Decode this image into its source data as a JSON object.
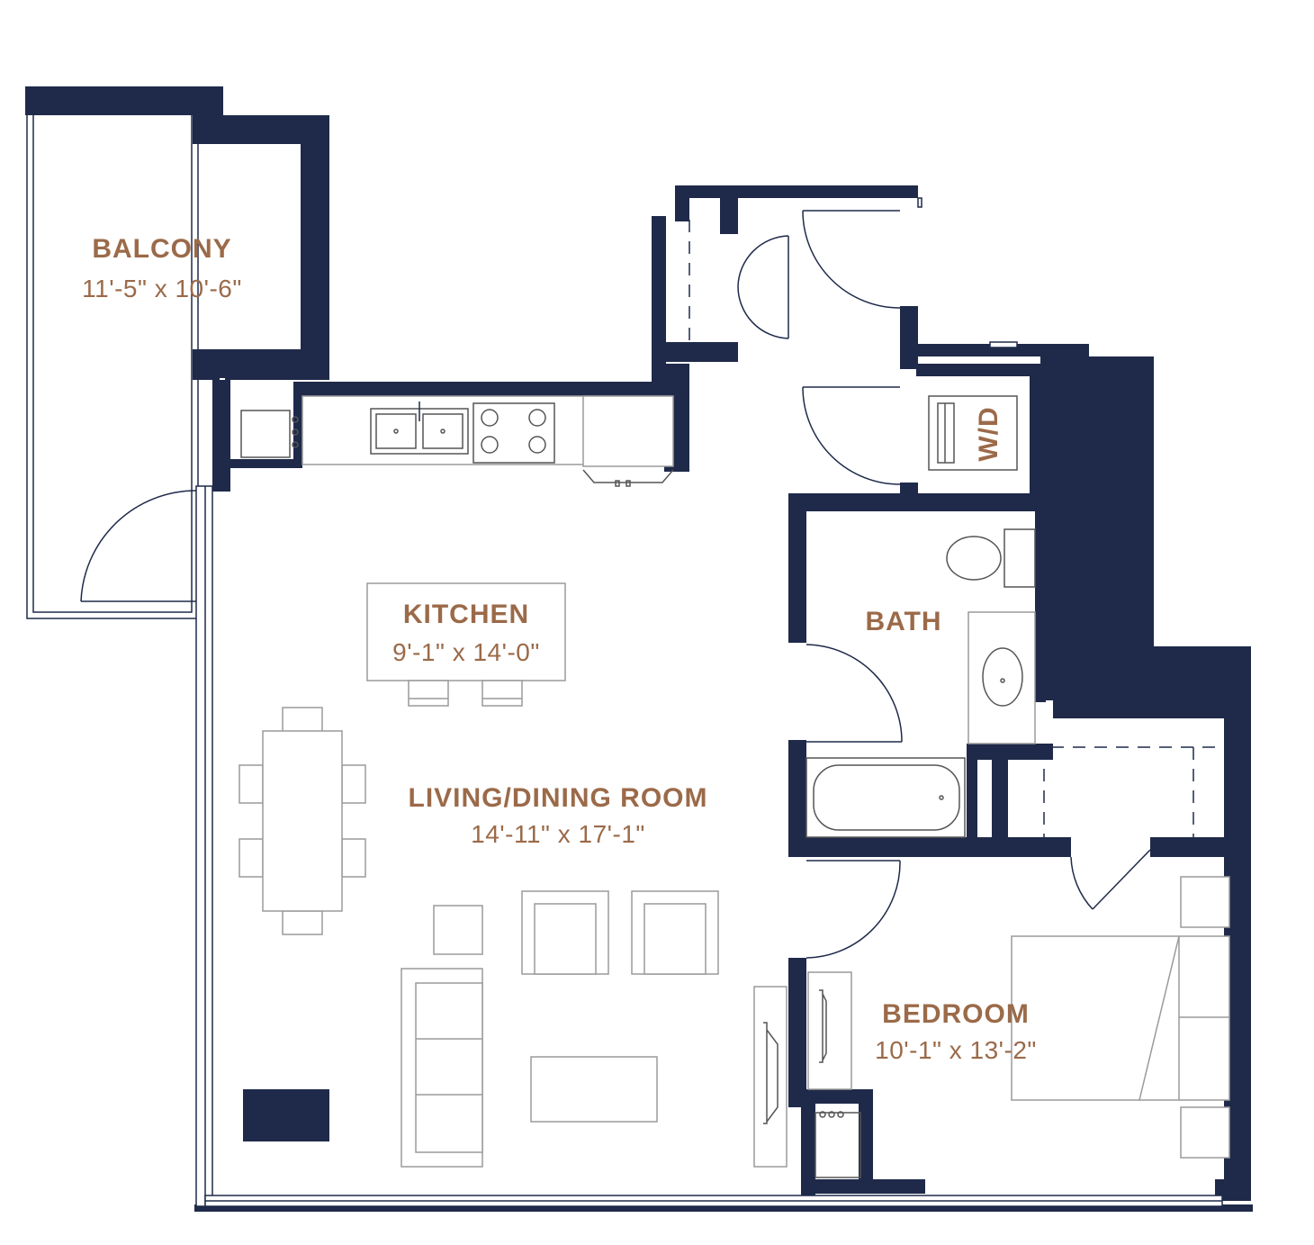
{
  "colors": {
    "wall": "#1f2a4a",
    "label": "#9b6a49",
    "furniture": "#9a9a9a"
  },
  "rooms": {
    "balcony": {
      "name": "BALCONY",
      "dims": "11'-5\" x 10'-6\""
    },
    "kitchen": {
      "name": "KITCHEN",
      "dims": "9'-1\" x 14'-0\""
    },
    "living": {
      "name": "LIVING/DINING ROOM",
      "dims": "14'-11\" x 17'-1\""
    },
    "bath": {
      "name": "BATH"
    },
    "bedroom": {
      "name": "BEDROOM",
      "dims": "10'-1\" x 13'-2\""
    },
    "laundry": {
      "label": "W/D"
    }
  }
}
